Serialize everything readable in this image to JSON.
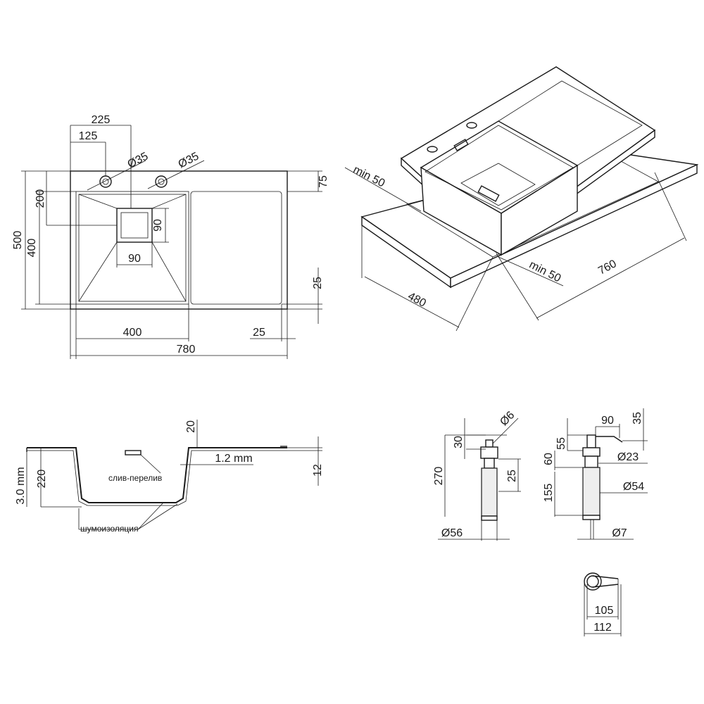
{
  "line_color": "#1a1a1a",
  "background": "#ffffff",
  "top_view": {
    "width_225": "225",
    "width_125": "125",
    "hole_1": "Ø35",
    "hole_2": "Ø35",
    "right_75": "75",
    "depth_200": "200",
    "height_500": "500",
    "height_400": "400",
    "drain_90_v": "90",
    "drain_90_h": "90",
    "right_25_v": "25",
    "bottom_400": "400",
    "bottom_25": "25",
    "bottom_780": "780"
  },
  "iso_view": {
    "min_50_left": "min 50",
    "min_50_right": "min 50",
    "depth_480": "480",
    "width_760": "760"
  },
  "section_view": {
    "top_20": "20",
    "thickness": "1.2 mm",
    "right_12": "12",
    "overflow_label": "слив-перелив",
    "height_220": "220",
    "height_3mm": "3.0 mm",
    "insulation_label": "шумоизоляция"
  },
  "dispenser_a": {
    "tube_d6": "Ø6",
    "top_30": "30",
    "height_270": "270",
    "side_25": "25",
    "base_d56": "Ø56"
  },
  "dispenser_b": {
    "spout_90": "90",
    "top_35": "35",
    "top_55": "55",
    "mid_60": "60",
    "nut_d23": "Ø23",
    "body_155": "155",
    "body_d54": "Ø54",
    "tube_d7": "Ø7"
  },
  "top_view_small": {
    "width_105": "105",
    "width_112": "112"
  }
}
